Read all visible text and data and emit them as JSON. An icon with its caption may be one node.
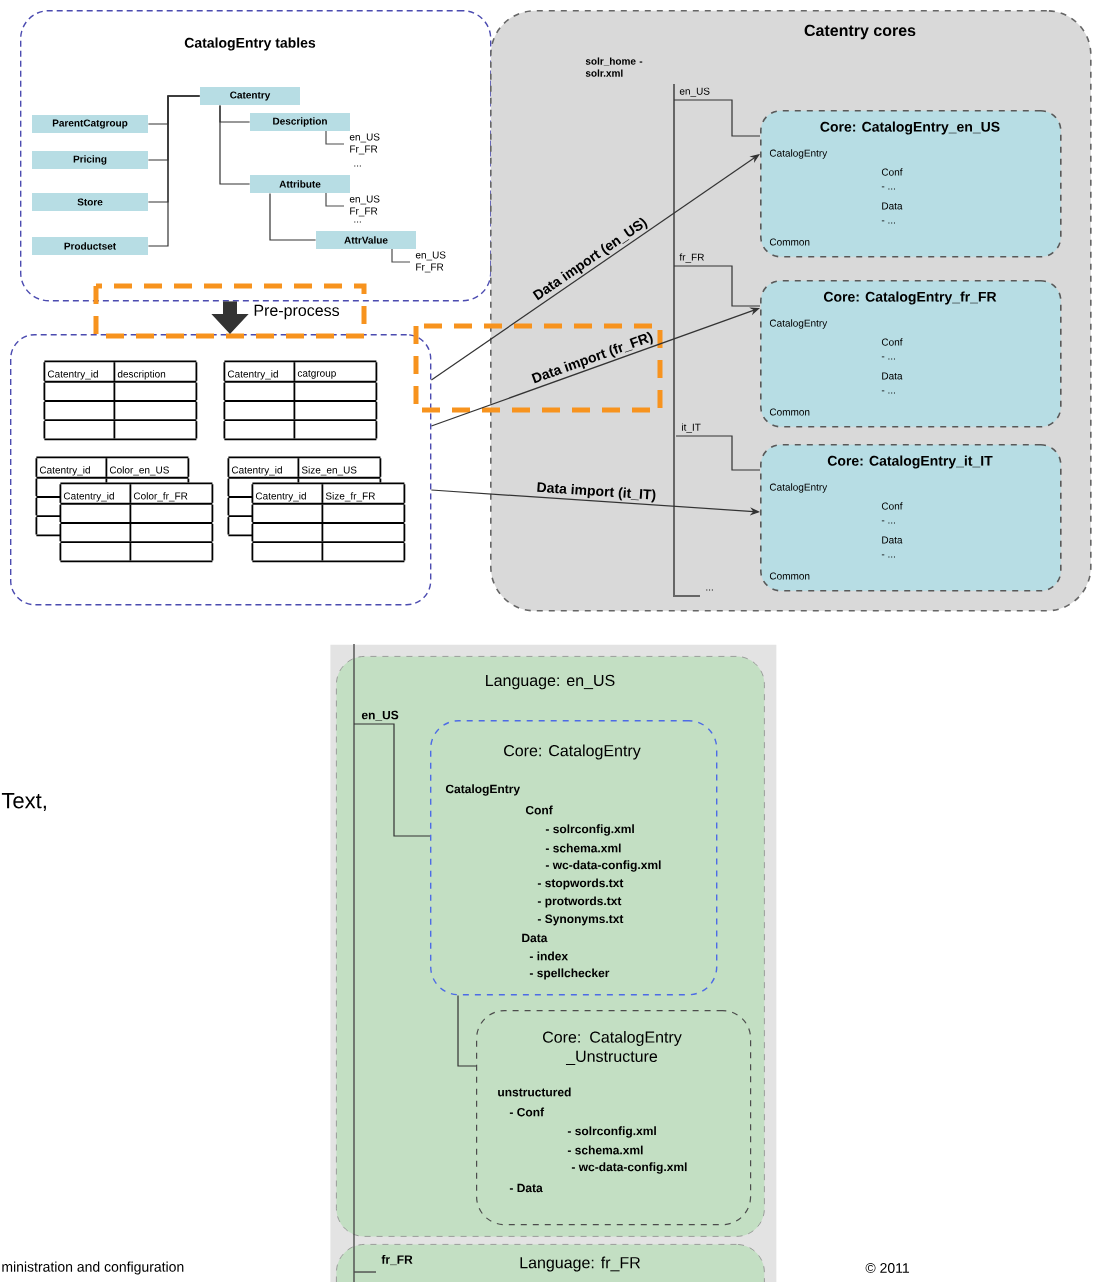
{
  "diagram": {
    "nodes": [
      {
        "text": [
          "CatalogEntry tables"
        ]
      },
      {
        "text": [
          "ParentCatgroup"
        ],
        "in": 0
      },
      {
        "text": [
          "Pricing"
        ],
        "in": 0
      },
      {
        "text": [
          "Store"
        ],
        "in": 0
      },
      {
        "text": [
          "Productset"
        ],
        "in": 0
      },
      {
        "text": [
          "Catentry"
        ],
        "in": 0
      },
      {
        "text": [
          "Description"
        ],
        "in": 0,
        "beside": [
          "en_US Fr_FR",
          "..."
        ]
      },
      {
        "text": [
          "Attribute"
        ],
        "in": 0,
        "beside": [
          "en_US Fr_FR",
          "..."
        ]
      },
      {
        "text": [
          "AttrValue"
        ],
        "in": 0,
        "beside": [
          "en_US Fr_FR"
        ]
      },
      {
        "text": [],
        "shape": "box"
      },
      {
        "text": [
          "Catentry_id",
          "description"
        ],
        "in": 9
      },
      {
        "text": [
          "Catentry_id",
          "catgroup"
        ],
        "in": 9
      },
      {
        "text": [
          "Catentry_id",
          "Color_en_US"
        ],
        "in": 9
      },
      {
        "text": [
          "Catentry_id",
          "Color_fr_FR"
        ],
        "in": 9
      },
      {
        "text": [
          "Catentry_id",
          "Size_en_US"
        ],
        "in": 9
      },
      {
        "text": [
          "Catentry_id",
          "Size_fr_FR"
        ],
        "in": 9
      },
      {
        "text": [
          "Catentry cores"
        ]
      },
      {
        "text": [
          "Core: CatalogEntry_en_US",
          "CatalogEntry",
          "Conf",
          "- ...",
          "Data",
          "- ...",
          "Common"
        ],
        "in": 16
      },
      {
        "text": [
          "Core: CatalogEntry_fr_FR",
          "CatalogEntry",
          "Conf",
          "- ...",
          "Data",
          "- ...",
          "Common"
        ],
        "in": 16
      },
      {
        "text": [
          "Core: CatalogEntry_it_IT",
          "CatalogEntry",
          "Conf",
          "- ...",
          "Data",
          "- ...",
          "Common"
        ],
        "in": 16
      },
      {
        "text": [],
        "shape": "box"
      },
      {
        "text": [
          "Language: en_US"
        ],
        "in": 20
      },
      {
        "text": [
          "Core: CatalogEntry",
          "CatalogEntry",
          "Conf",
          "- solrconfig.xml",
          "- schema.xml",
          "- wc-data-config.xml",
          "- stopwords.txt",
          "- protwords.txt",
          "- Synonyms.txt",
          "Data",
          "- index",
          "- spellchecker"
        ],
        "in": 21
      },
      {
        "text": [
          "Core: CatalogEntry _Unstructure",
          "unstructured",
          "- Conf",
          "- solrconfig.xml",
          "- schema.xml",
          "- wc-data-config.xml",
          "- Data"
        ],
        "in": 21
      },
      {
        "text": [
          "Language: fr_FR"
        ],
        "in": 20
      }
    ],
    "edges": [
      {
        "from": 1,
        "to": 5,
        "arrow": "none"
      },
      {
        "from": 2,
        "to": 5,
        "arrow": "none"
      },
      {
        "from": 3,
        "to": 5,
        "arrow": "none"
      },
      {
        "from": 4,
        "to": 5,
        "arrow": "none"
      },
      {
        "from": 5,
        "to": 6,
        "arrow": "none"
      },
      {
        "from": 5,
        "to": 7,
        "arrow": "none"
      },
      {
        "from": 7,
        "to": 8,
        "arrow": "none"
      },
      {
        "from": 0,
        "to": 9,
        "arrow": "to",
        "label": "Pre-process",
        "style": "thick"
      },
      {
        "from": 9,
        "to": 17,
        "arrow": "to",
        "label": "Data import (en_US)"
      },
      {
        "from": 9,
        "to": 18,
        "arrow": "to",
        "label": "Data import (fr_FR)"
      },
      {
        "from": 9,
        "to": 19,
        "arrow": "to",
        "label": "Data import (it_IT)"
      },
      {
        "from": null,
        "to": 17,
        "arrow": "none",
        "label": "en_US"
      },
      {
        "from": null,
        "to": 18,
        "arrow": "none",
        "label": "fr_FR"
      },
      {
        "from": null,
        "to": 19,
        "arrow": "none",
        "label": "it_IT"
      },
      {
        "from": null,
        "to": 22,
        "arrow": "none",
        "label": "en_US"
      },
      {
        "from": 22,
        "to": 23,
        "arrow": "none"
      }
    ],
    "labels": [
      "solr_home - solr.xml",
      "...",
      "Text,",
      "fr_FR",
      "ministration and configuration",
      "© 2011"
    ]
  }
}
